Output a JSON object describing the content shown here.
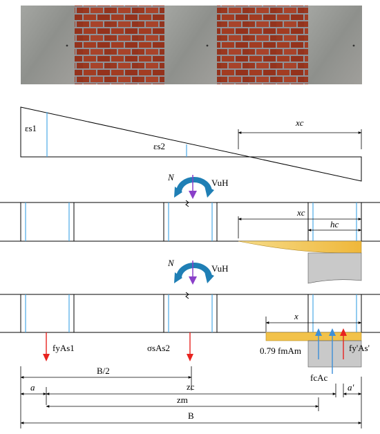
{
  "strain": {
    "eps_s1": "εs1",
    "eps_s2": "εs2",
    "xc": "xc"
  },
  "loads_top": {
    "n": "N",
    "vuh": "VuH"
  },
  "section_mid": {
    "xc": "xc",
    "hc": "hc"
  },
  "loads_bottom": {
    "n": "N",
    "vuh": "VuH"
  },
  "forces": {
    "fy_as1": "fyAs1",
    "sigma_s_as2": "σsAs2",
    "x": "x",
    "fm_am": "0.79 fmAm",
    "fy_as_prime": "fy'As'",
    "fc_ac": "fcAc"
  },
  "dims": {
    "b_half": "B/2",
    "a": "a",
    "zc": "zc",
    "a_prime": "a'",
    "zm": "zm",
    "b": "B"
  },
  "colors": {
    "brick": "#9c3a22",
    "mortar": "#8f9399",
    "concrete": "#9a9c98",
    "rebar": "#4aa8e6",
    "compression_fill": "#f2c24a",
    "concrete_block": "#c9c9c9",
    "force_red": "#e8231f",
    "force_blue": "#3d8fd8",
    "moment_arrow": "#1f7fb5",
    "axial_arrow": "#8a3fc9"
  }
}
